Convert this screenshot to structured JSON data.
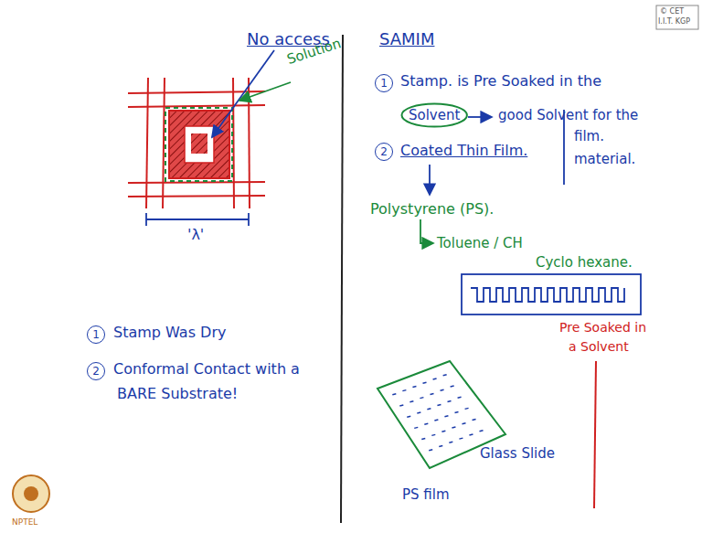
{
  "diagram": {
    "nodes": [
      {
        "text": [
          "Solvent"
        ]
      }
    ],
    "labels": [
      "No access",
      "Solution",
      "'λ'",
      "1",
      "Stamp Was Dry",
      "2",
      "Conformal Contact with a",
      "BARE Substrate!",
      "SAMIM",
      "1",
      "Stamp. is Pre Soaked in the",
      "good Solvent for the",
      "film.",
      "material.",
      "2",
      "Coated Thin Film.",
      "Polystyrene (PS).",
      "Toluene / CH",
      "Cyclo hexane.",
      "Pre Soaked in",
      "a Solvent",
      "Glass Slide",
      "PS film",
      "© CET",
      "I.I.T. KGP",
      "NPTEL"
    ]
  }
}
